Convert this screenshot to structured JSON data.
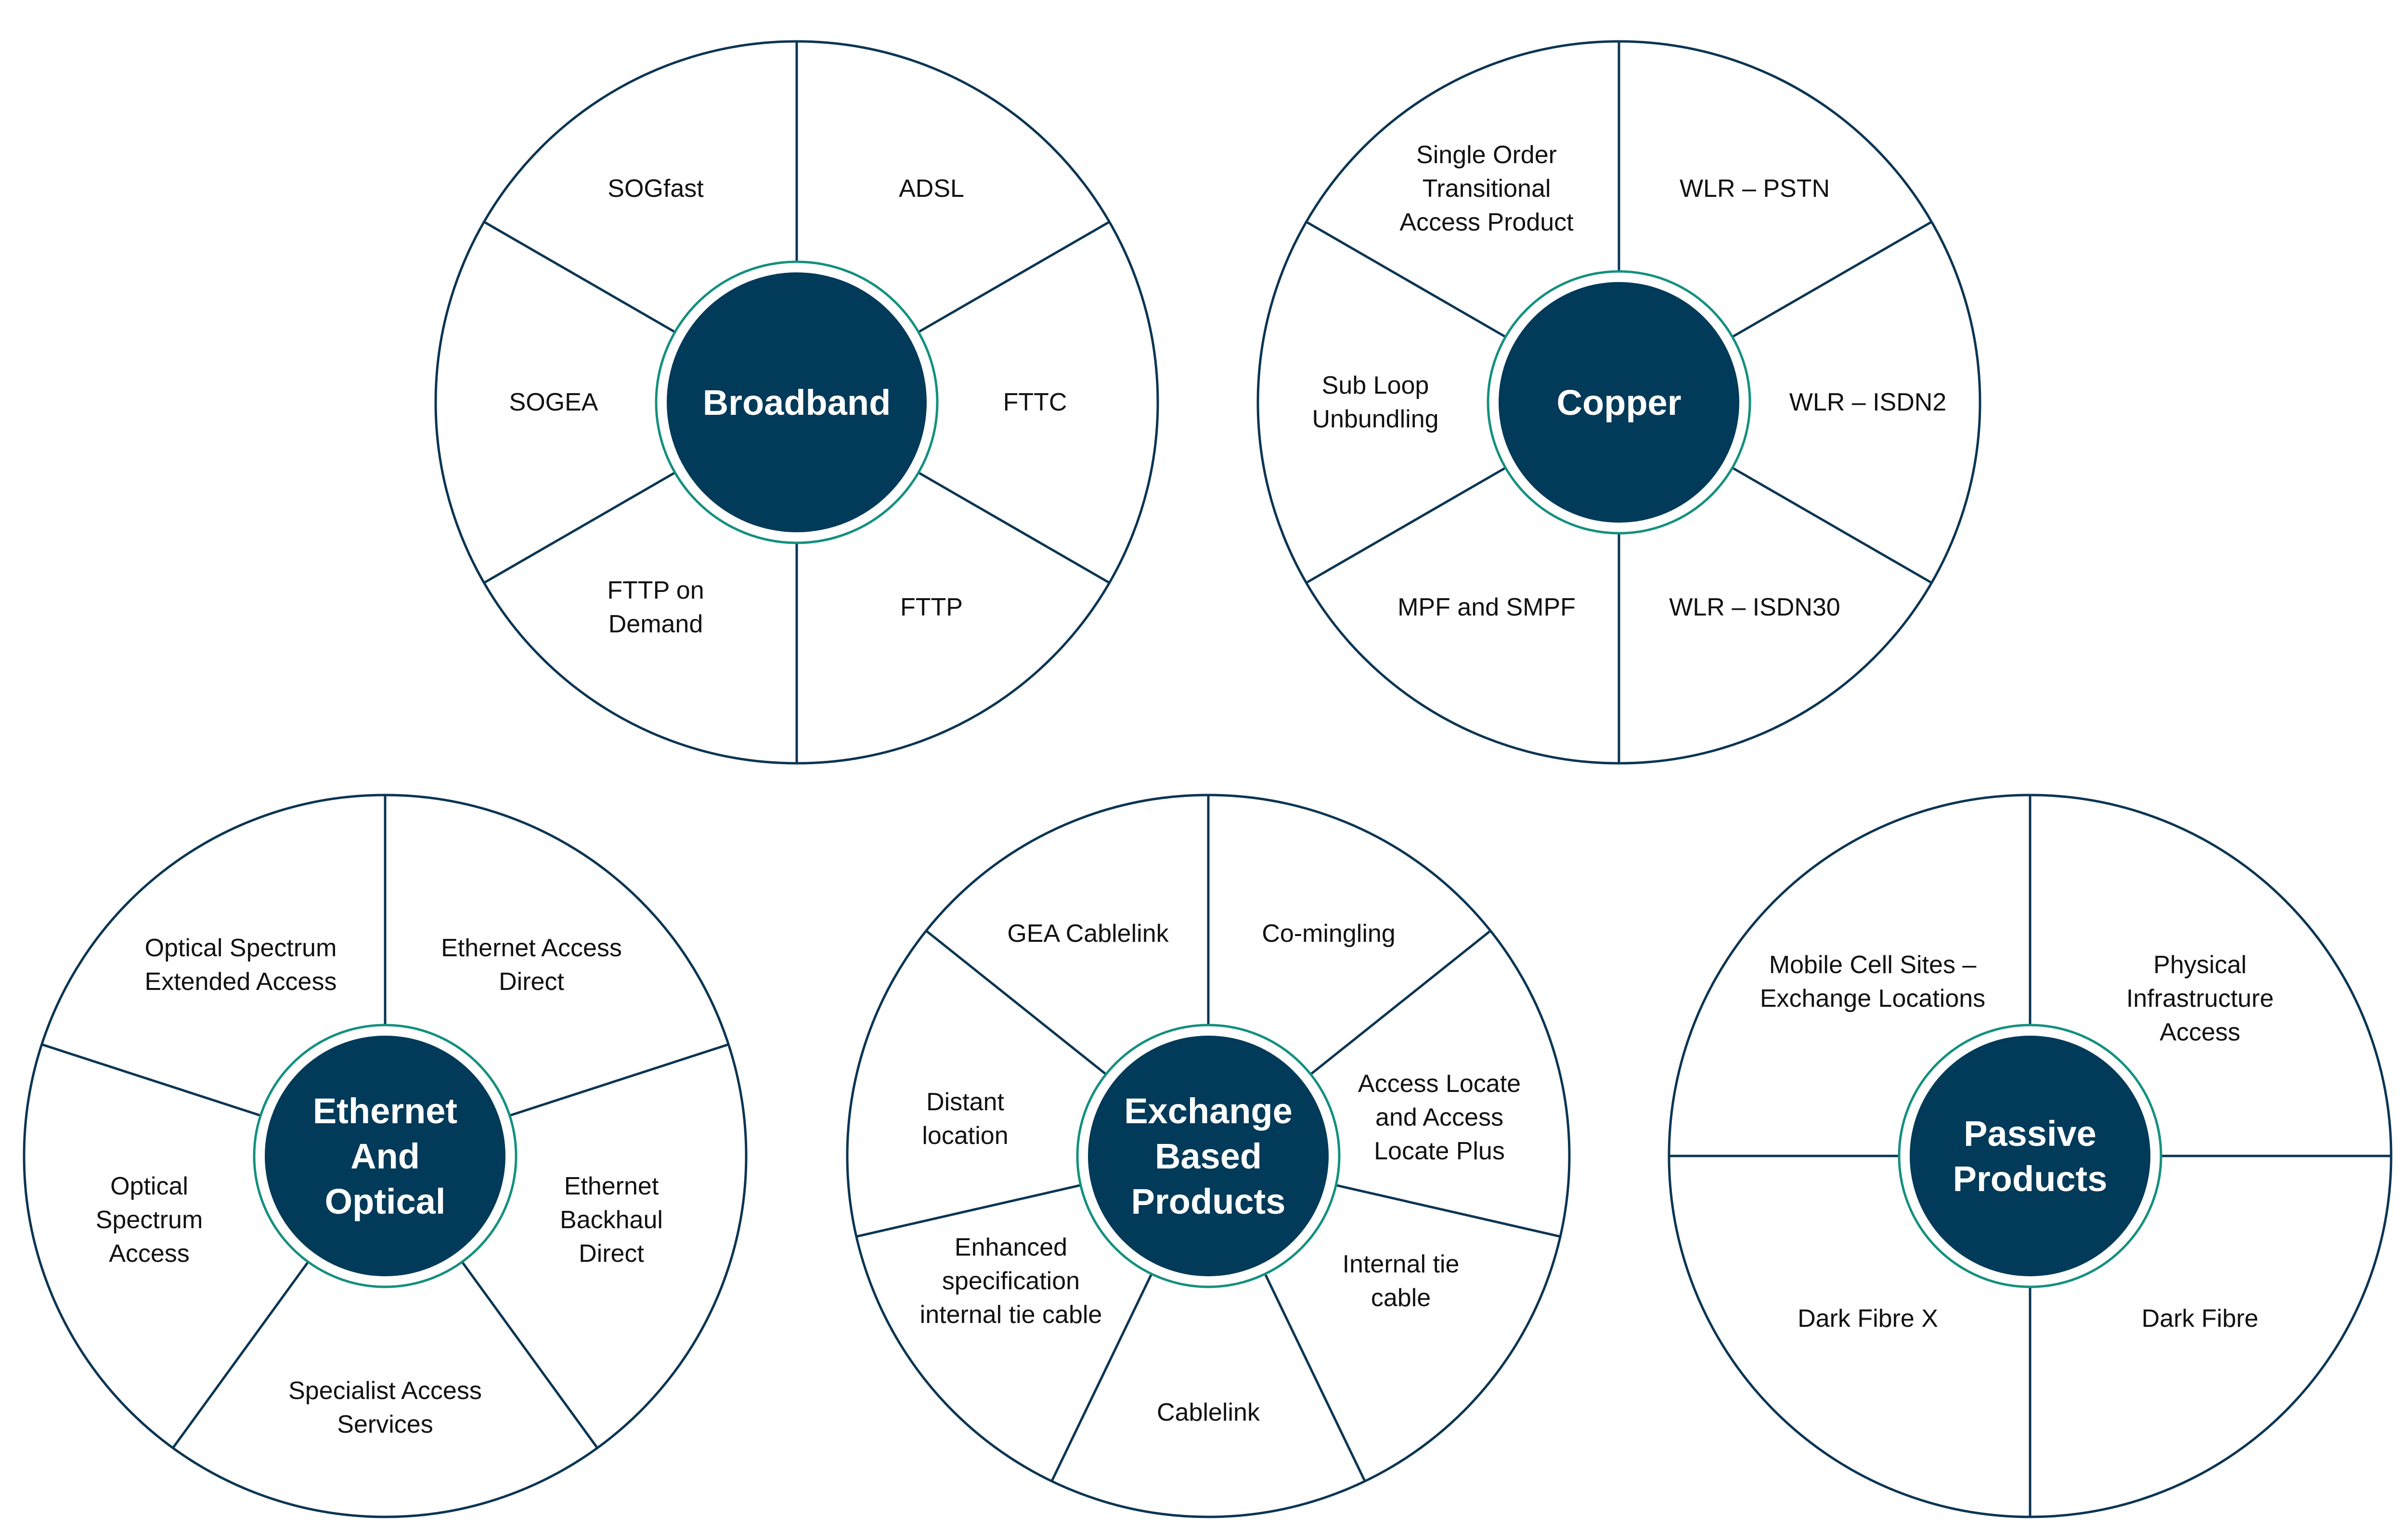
{
  "colors": {
    "hub_fill": "#023a59",
    "hub_ring": "#13907f",
    "rim": "#0b3553",
    "segment_text": "#111111",
    "hub_text": "#ffffff"
  },
  "wheels": [
    {
      "id": "broadband",
      "hub_lines": [
        "Broadband"
      ],
      "segments": [
        {
          "lines": [
            "SOGfast"
          ]
        },
        {
          "lines": [
            "ADSL"
          ]
        },
        {
          "lines": [
            "FTTC"
          ]
        },
        {
          "lines": [
            "FTTP"
          ]
        },
        {
          "lines": [
            "FTTP on",
            "Demand"
          ]
        },
        {
          "lines": [
            "SOGEA"
          ]
        }
      ]
    },
    {
      "id": "copper",
      "hub_lines": [
        "Copper"
      ],
      "segments": [
        {
          "lines": [
            "Single Order",
            "Transitional",
            "Access Product"
          ]
        },
        {
          "lines": [
            "WLR – PSTN"
          ]
        },
        {
          "lines": [
            "WLR – ISDN2"
          ]
        },
        {
          "lines": [
            "WLR – ISDN30"
          ]
        },
        {
          "lines": [
            "MPF and SMPF"
          ]
        },
        {
          "lines": [
            "Sub Loop",
            "Unbundling"
          ]
        }
      ]
    },
    {
      "id": "ethernet-and-optical",
      "hub_lines": [
        "Ethernet",
        "And",
        "Optical"
      ],
      "segments": [
        {
          "lines": [
            "Optical Spectrum",
            "Extended Access"
          ]
        },
        {
          "lines": [
            "Ethernet Access",
            "Direct"
          ]
        },
        {
          "lines": [
            "Ethernet",
            "Backhaul",
            "Direct"
          ]
        },
        {
          "lines": [
            "Specialist Access",
            "Services"
          ]
        },
        {
          "lines": [
            "Optical",
            "Spectrum",
            "Access"
          ]
        }
      ]
    },
    {
      "id": "exchange-based-products",
      "hub_lines": [
        "Exchange",
        "Based",
        "Products"
      ],
      "segments": [
        {
          "lines": [
            "GEA Cablelink"
          ]
        },
        {
          "lines": [
            "Co-mingling"
          ]
        },
        {
          "lines": [
            "Access Locate",
            "and Access",
            "Locate Plus"
          ]
        },
        {
          "lines": [
            "Internal tie",
            "cable"
          ]
        },
        {
          "lines": [
            "Cablelink"
          ]
        },
        {
          "lines": [
            "Enhanced",
            "specification",
            "internal tie cable"
          ]
        },
        {
          "lines": [
            "Distant",
            "location"
          ]
        }
      ]
    },
    {
      "id": "passive-products",
      "hub_lines": [
        "Passive",
        "Products"
      ],
      "segments": [
        {
          "lines": [
            "Mobile Cell Sites –",
            "Exchange Locations"
          ]
        },
        {
          "lines": [
            "Physical",
            "Infrastructure",
            "Access"
          ]
        },
        {
          "lines": [
            "Dark Fibre"
          ]
        },
        {
          "lines": [
            "Dark Fibre X"
          ]
        }
      ]
    }
  ]
}
